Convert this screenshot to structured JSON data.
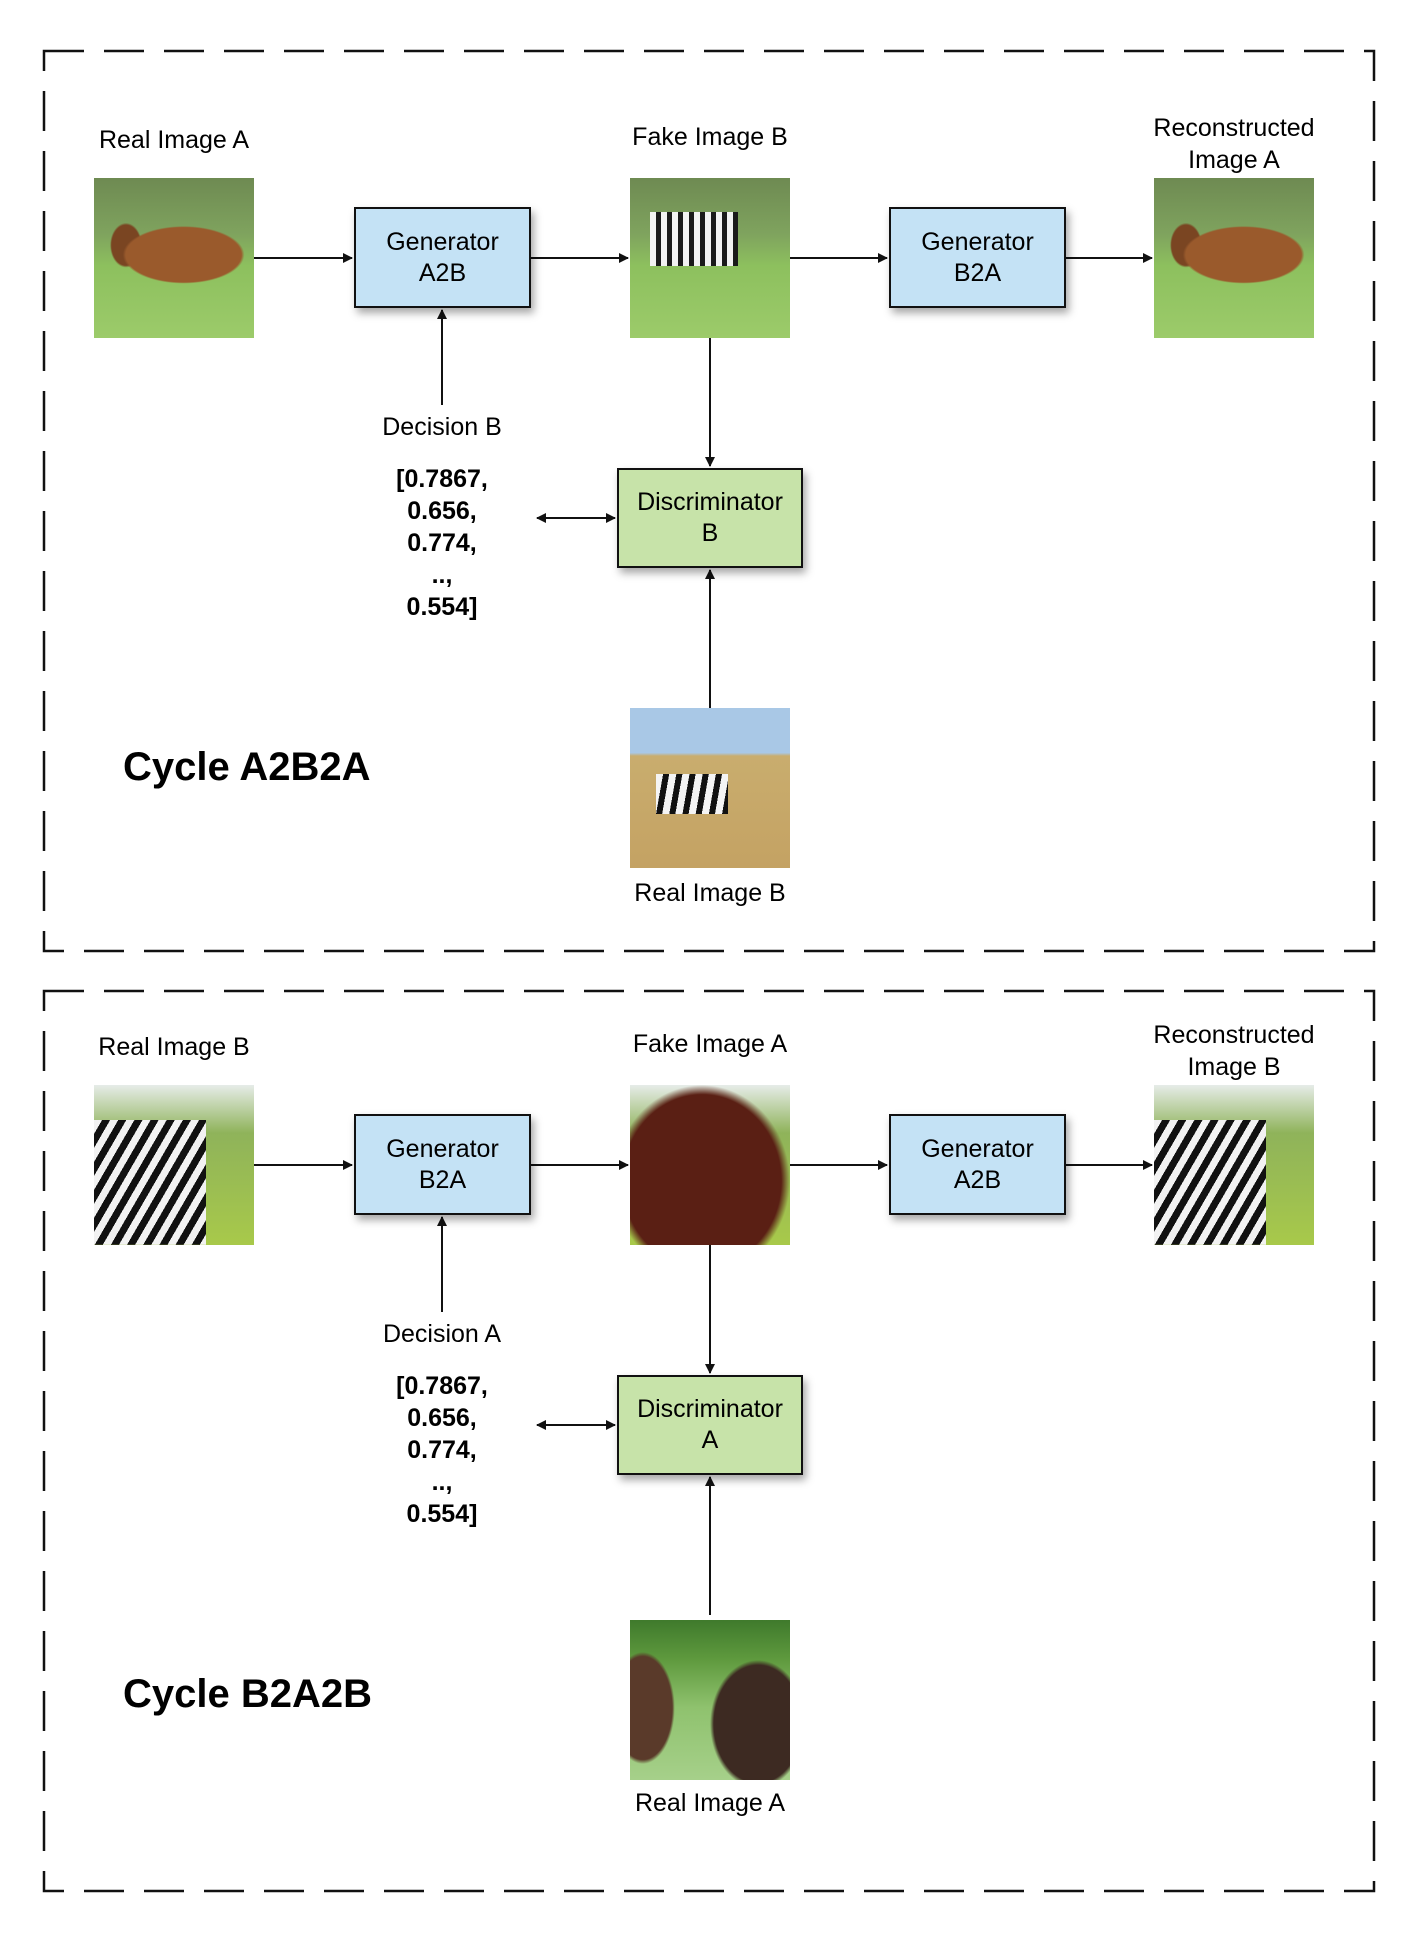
{
  "cycles": [
    {
      "title": "Cycle A2B2A",
      "input_label": "Real Image A",
      "input_photo": "horse-in-field",
      "generator_1": {
        "line1": "Generator",
        "line2": "A2B"
      },
      "fake_label": "Fake Image B",
      "fake_photo": "zebra-in-field",
      "generator_2": {
        "line1": "Generator",
        "line2": "B2A"
      },
      "reconstructed_label": {
        "line1": "Reconstructed",
        "line2": "Image A"
      },
      "reconstructed_photo": "horse-in-field",
      "decision_label": "Decision B",
      "decision_values": [
        "[0.7867,",
        "0.656,",
        "0.774,",
        "..,",
        "0.554]"
      ],
      "discriminator": {
        "line1": "Discriminator",
        "line2": "B"
      },
      "real_label": "Real Image B",
      "real_photo": "zebra-in-savanna"
    },
    {
      "title": "Cycle B2A2B",
      "input_label": "Real Image B",
      "input_photo": "zebra-head",
      "generator_1": {
        "line1": "Generator",
        "line2": "B2A"
      },
      "fake_label": "Fake Image A",
      "fake_photo": "horse-head",
      "generator_2": {
        "line1": "Generator",
        "line2": "A2B"
      },
      "reconstructed_label": {
        "line1": "Reconstructed",
        "line2": "Image B"
      },
      "reconstructed_photo": "zebra-head",
      "decision_label": "Decision A",
      "decision_values": [
        "[0.7867,",
        "0.656,",
        "0.774,",
        "..,",
        "0.554]"
      ],
      "discriminator": {
        "line1": "Discriminator",
        "line2": "A"
      },
      "real_label": "Real Image A",
      "real_photo": "two-horses"
    }
  ],
  "colors": {
    "generator_fill": "#c4e2f5",
    "discriminator_fill": "#c7e3a9",
    "stroke": "#111111"
  }
}
